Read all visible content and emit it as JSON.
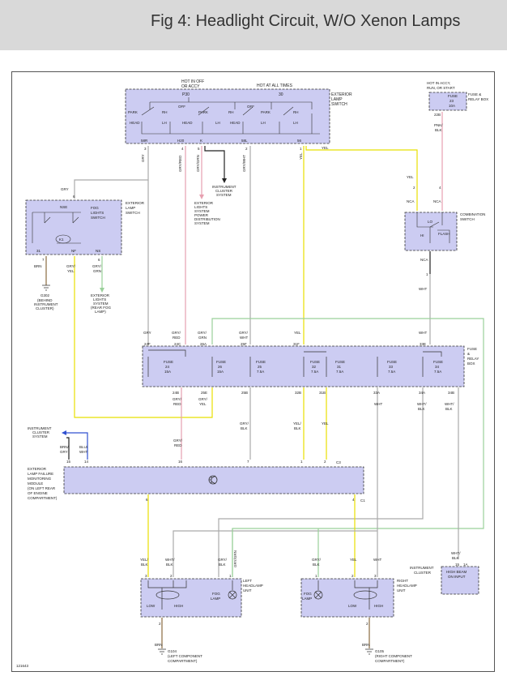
{
  "title": "Fig 4: Headlight Circuit, W/O Xenon Lamps",
  "figure_id": "121643",
  "colors": {
    "box_fill": "#ccccf2",
    "wire_gray": "#aaaaaa",
    "wire_yellow": "#e8e000",
    "wire_pink": "#e7a0b0",
    "wire_green": "#9ad09a",
    "wire_blue": "#3050d0",
    "wire_black": "#222222",
    "wire_brown": "#8a6a40"
  },
  "components": {
    "ext_lamp_switch": {
      "label": [
        "EXTERIOR",
        "LAMP",
        "SWITCH"
      ],
      "hot_off": [
        "HOT IN OFF",
        "OR ACCY"
      ],
      "hot_all": "HOT AT ALL TIMES",
      "pin_p30": "P30",
      "pin_30": "30",
      "pins": [
        "58R",
        "H20",
        "K",
        "58L",
        "56"
      ],
      "pin_nums": [
        "3",
        "4",
        "5",
        "2",
        "1"
      ],
      "modes": [
        "PARK",
        "OFF",
        "PARK",
        "OFF",
        "PARK",
        "HEAD",
        "RH",
        "LH",
        "HEAD",
        "LH",
        "HEAD",
        "RH",
        "LH",
        "RH",
        "LH"
      ]
    },
    "fuse_relay_top": {
      "label": [
        "FUSE &",
        "RELAY BOX"
      ],
      "hot": [
        "HOT IN ACCY,",
        "RUN, OR START"
      ],
      "fuse": [
        "FUSE",
        "23",
        "10A"
      ],
      "pin": "22B"
    },
    "fog_switch": {
      "label": [
        "EXTERIOR",
        "LAMP",
        "SWITCH"
      ],
      "sub": [
        "FOG",
        "LIGHTS",
        "SWITCH"
      ],
      "pins": [
        "NSE",
        "NS",
        "NF",
        "NS"
      ],
      "pin_nums": [
        "6",
        "7",
        "6"
      ],
      "pin_31": "31"
    },
    "combination_switch": {
      "label": [
        "COMBINATION",
        "SWITCH"
      ],
      "nca": [
        "NCA",
        "NCA"
      ],
      "modes": [
        "LO",
        "HI",
        "FLASH"
      ],
      "pin_bottom": "NCA",
      "pin_nums": [
        "2",
        "4",
        "1"
      ]
    },
    "fuse_relay_box": {
      "label": [
        "FUSE",
        "&",
        "RELAY",
        "BOX"
      ],
      "fuses": [
        {
          "num": "24",
          "amp": "15A",
          "top": "24F",
          "bot": "24B"
        },
        {
          "num": "26",
          "amp": "15A",
          "top": "26A",
          "bot": "25E"
        },
        {
          "num": "25",
          "amp": "7.5A",
          "top": "25F",
          "bot": "25B"
        },
        {
          "num": "32",
          "amp": "7.5A",
          "top": "31F",
          "bot": "32B"
        },
        {
          "num": "31",
          "amp": "7.5A",
          "top": "",
          "bot": "31B"
        },
        {
          "num": "33",
          "amp": "7.5A",
          "top": "",
          "bot": "33A"
        },
        {
          "num": "34",
          "amp": "7.5A",
          "top": "33E",
          "bot": "34A"
        }
      ],
      "pin_34b": "34B",
      "pin_24c": "24C",
      "fuse_word": "FUSE"
    },
    "monitoring_module": {
      "label": [
        "EXTERIOR",
        "LAMP FAILURE",
        "MONITORING",
        "MODULE",
        "(ON LEFT REAR",
        "OF ENGINE",
        "COMPARTMENT)"
      ],
      "pins_top": [
        "16",
        "7",
        "1",
        "2"
      ],
      "connector_top": "C3",
      "pins_left": [
        "15",
        "14"
      ],
      "pins_bottom": [
        "6",
        "4"
      ],
      "connector_bottom": "C1"
    },
    "instrument_cluster_top": [
      "INSTRUMENT",
      "CLUSTER",
      "SYSTEM"
    ],
    "instrument_cluster_left": [
      "INSTRUMENT",
      "CLUSTER",
      "SYSTEM"
    ],
    "ext_lights_power": [
      "EXTERIOR",
      "LIGHTS",
      "SYSTEM",
      "POWER",
      "DISTRIBUTION",
      "SYSTEM"
    ],
    "ext_lights_rear_fog": [
      "EXTERIOR",
      "LIGHTS",
      "SYSTEM",
      "(REAR FOG",
      "LAMP)"
    ],
    "g302": [
      "G302",
      "(BEHIND",
      "INSTRUMENT",
      "CLUSTER)"
    ],
    "left_headlamp": {
      "label": [
        "LEFT",
        "HEADLAMP",
        "UNIT"
      ],
      "fog": [
        "FOG",
        "LAMP"
      ],
      "low": "LOW",
      "high": "HIGH",
      "pins": [
        "3",
        "2",
        "1"
      ]
    },
    "right_headlamp": {
      "label": [
        "RIGHT",
        "HEADLAMP",
        "UNIT"
      ],
      "fog": [
        "FOG",
        "LAMP"
      ],
      "low": "LOW",
      "high": "HIGH",
      "pins": [
        "1",
        "2",
        "3"
      ]
    },
    "g104": [
      "G104",
      "(LEFT COMPONENT",
      "COMPARTMENT)"
    ],
    "g105": [
      "G105",
      "(RIGHT COMPONENT",
      "COMPARTMENT)"
    ],
    "instrument_cluster_right": {
      "label": [
        "INSTRUMENT",
        "CLUSTER"
      ],
      "box": [
        "HIGH BEAM",
        "ON INPUT"
      ],
      "pins": [
        "15",
        "1A"
      ]
    }
  },
  "wire_labels": {
    "gry": "GRY",
    "gry_red": [
      "GRY/",
      "RED"
    ],
    "gry_grn": [
      "GRY/",
      "GRN"
    ],
    "gry_wht": [
      "GRY/",
      "WHT"
    ],
    "yel": "YEL",
    "wht": "WHT",
    "brn": "BRN",
    "pnk_blk": [
      "PNK/",
      "BLK"
    ],
    "gry_yel": [
      "GRY/",
      "YEL"
    ],
    "gry_blk": [
      "GRY/",
      "BLK"
    ],
    "yel_blk": [
      "YEL/",
      "BLK"
    ],
    "wht_blk": [
      "WHT/",
      "BLK"
    ],
    "brn_gry": [
      "BRN/",
      "GRY"
    ],
    "blu_wht": [
      "BLU/",
      "WHT"
    ],
    "gry_red_v": "GRY/RED",
    "gry_grn_v": "GRY/GRN",
    "gry_wht_v": "GRY/WHT",
    "gry_red_v2": "GRY/RED",
    "gry_grn_v2": "GRY/GRN"
  }
}
